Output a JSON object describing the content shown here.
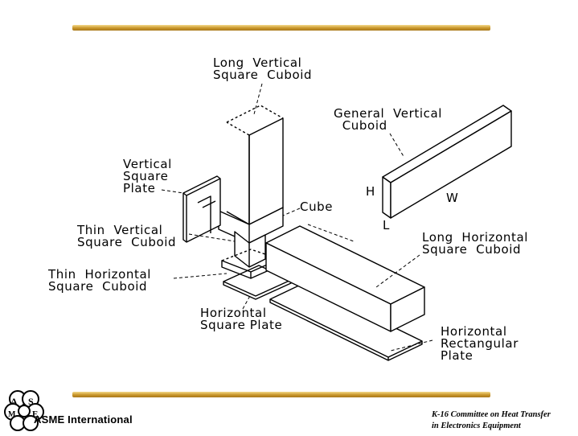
{
  "labels": {
    "long_vertical_square_cuboid": "Long  Vertical\nSquare  Cuboid",
    "general_vertical_cuboid": "General  Vertical\n  Cuboid",
    "vertical_square_plate": "Vertical\nSquare\nPlate",
    "cube": "Cube",
    "thin_vertical_square_cuboid": "Thin  Vertical\nSquare  Cuboid",
    "thin_horizontal_square_cuboid": "Thin  Horizontal\nSquare  Cuboid",
    "long_horizontal_square_cuboid": "Long  Horizontal\nSquare  Cuboid",
    "horizontal_square_plate": "Horizontal\nSquare Plate",
    "horizontal_rectangular_plate": "Horizontal\nRectangular\nPlate",
    "dim_h": "H",
    "dim_w": "W",
    "dim_l": "L"
  },
  "footer": {
    "credit": "K-16 Committee on Heat Transfer\nin Electronics Equipment",
    "logo_letters": [
      "A",
      "S",
      "M",
      "E"
    ],
    "logo_text": "ASME International"
  },
  "colors": {
    "bar": "#c9962a",
    "ink": "#000000"
  }
}
